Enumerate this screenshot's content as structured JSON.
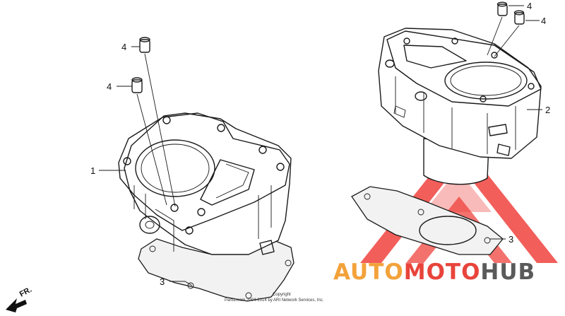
{
  "callouts": [
    {
      "id": "c1",
      "label": "1"
    },
    {
      "id": "c2",
      "label": "2"
    },
    {
      "id": "c3a",
      "label": "3"
    },
    {
      "id": "c3b",
      "label": "3"
    },
    {
      "id": "c4a",
      "label": "4"
    },
    {
      "id": "c4b",
      "label": "4"
    },
    {
      "id": "c4c",
      "label": "4"
    },
    {
      "id": "c4d",
      "label": "4"
    }
  ],
  "direction_label": "FR.",
  "copyright": {
    "line1": "Copyright",
    "line2": "Partstream 2004-2014 by ARI Network Services, Inc."
  },
  "watermark": {
    "part1": "AUTO",
    "part2": "MOTO",
    "part3": "HUB",
    "colors": {
      "orange": "#f3a23a",
      "red": "#e8443b",
      "gray": "#5a5a5a"
    }
  }
}
